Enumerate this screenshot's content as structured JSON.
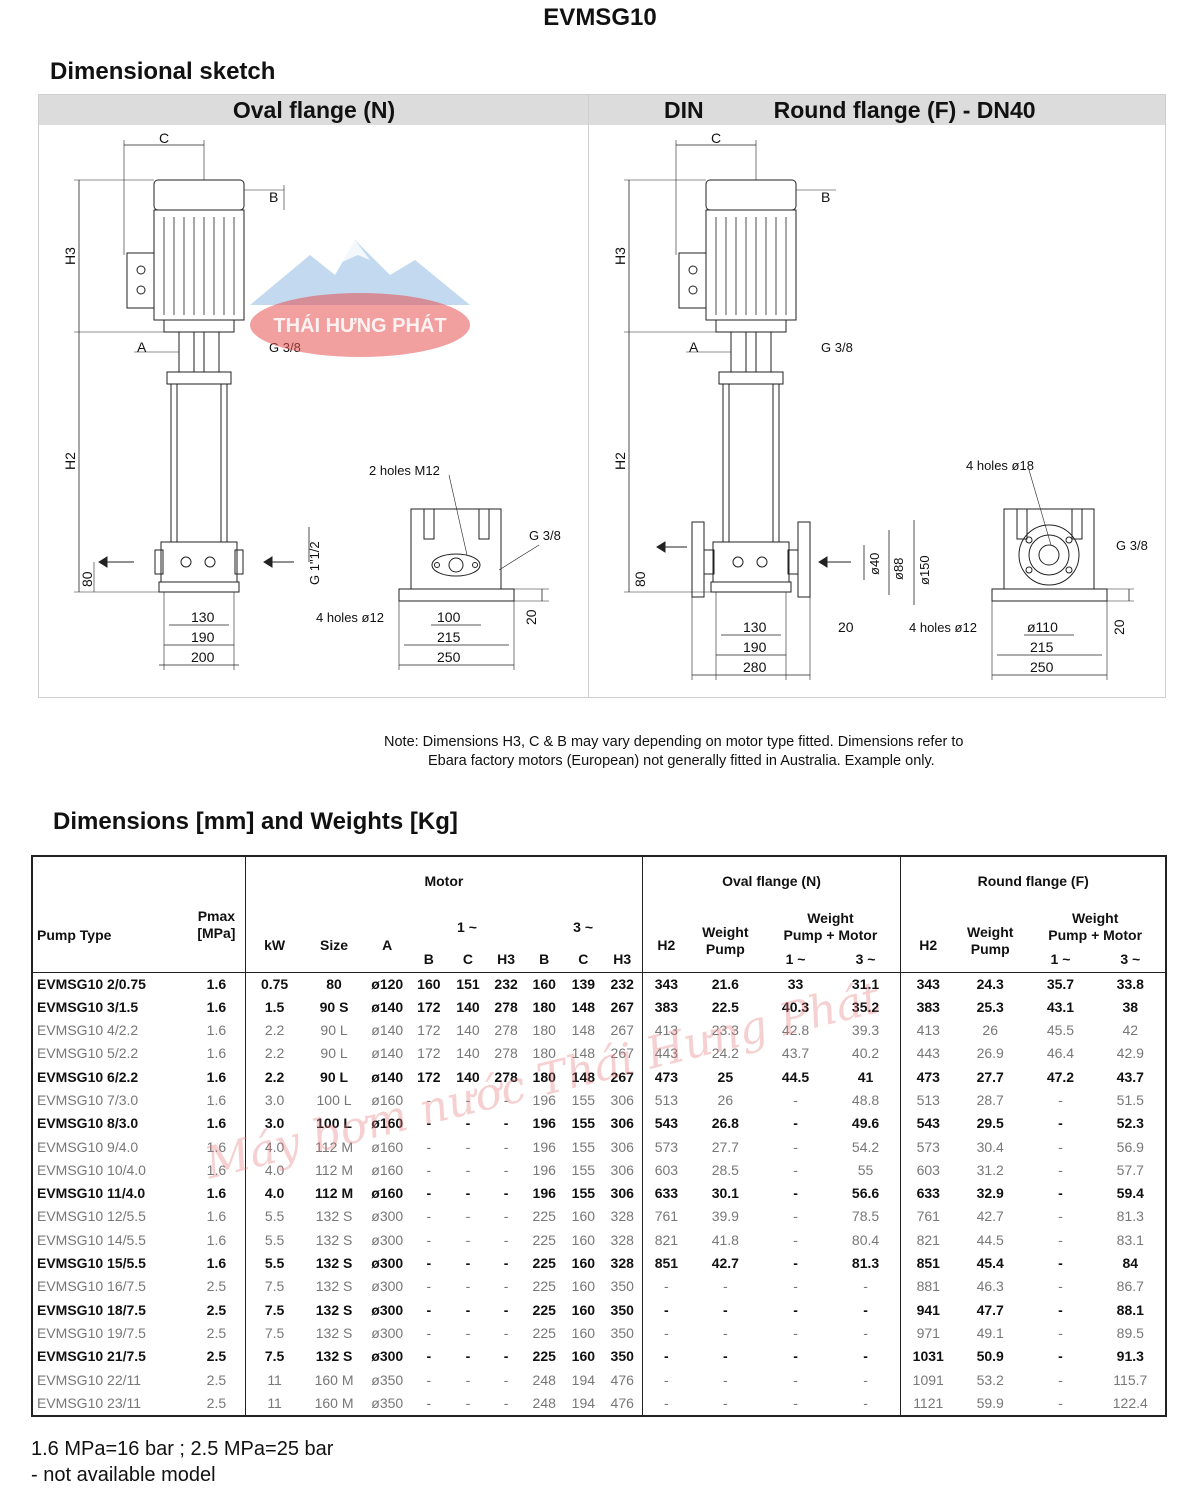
{
  "title": "EVMSG10",
  "sketch": {
    "heading": "Dimensional sketch",
    "oval_header": "Oval flange (N)",
    "din_label": "DIN",
    "round_header": "Round flange (F) - DN40",
    "labels": {
      "C": "C",
      "B": "B",
      "A": "A",
      "H3": "H3",
      "H2": "H2",
      "g38": "G 3/8",
      "g112": "G 1\"1/2",
      "dim80": "80",
      "dim20": "20",
      "holes_m12": "2 holes M12",
      "holes_12": "4 holes ø12",
      "holes_18": "4 holes ø18",
      "d130": "130",
      "d190": "190",
      "d200": "200",
      "d100": "100",
      "d215": "215",
      "d250": "250",
      "d280": "280",
      "d40": "ø40",
      "d88": "ø88",
      "d150": "ø150",
      "d110": "ø110"
    }
  },
  "logo_text": "THÁI HƯNG PHÁT",
  "note_line1": "Note: Dimensions H3, C & B may vary depending on motor type fitted. Dimensions  refer to",
  "note_line2": "Ebara factory motors (European) not generally fitted in Australia. Example only.",
  "table_heading": "Dimensions [mm] and Weights [Kg]",
  "table_head": {
    "pump_type": "Pump Type",
    "pmax": "Pmax",
    "pmax_unit": "[MPa]",
    "motor": "Motor",
    "kw": "kW",
    "size": "Size",
    "a": "A",
    "single": "1 ~",
    "three": "3 ~",
    "b": "B",
    "c": "C",
    "h3": "H3",
    "oval": "Oval flange (N)",
    "round": "Round flange (F)",
    "h2": "H2",
    "weight": "Weight",
    "pump": "Pump",
    "pump_motor": "Pump + Motor"
  },
  "rows": [
    {
      "bold": true,
      "c": [
        "EVMSG10 2/0.75",
        "1.6",
        "0.75",
        "80",
        "ø120",
        "160",
        "151",
        "232",
        "160",
        "139",
        "232",
        "343",
        "21.6",
        "33",
        "31.1",
        "343",
        "24.3",
        "35.7",
        "33.8"
      ]
    },
    {
      "bold": true,
      "c": [
        "EVMSG10 3/1.5",
        "1.6",
        "1.5",
        "90 S",
        "ø140",
        "172",
        "140",
        "278",
        "180",
        "148",
        "267",
        "383",
        "22.5",
        "40.3",
        "35.2",
        "383",
        "25.3",
        "43.1",
        "38"
      ]
    },
    {
      "bold": false,
      "c": [
        "EVMSG10 4/2.2",
        "1.6",
        "2.2",
        "90 L",
        "ø140",
        "172",
        "140",
        "278",
        "180",
        "148",
        "267",
        "413",
        "23.3",
        "42.8",
        "39.3",
        "413",
        "26",
        "45.5",
        "42"
      ]
    },
    {
      "bold": false,
      "c": [
        "EVMSG10 5/2.2",
        "1.6",
        "2.2",
        "90 L",
        "ø140",
        "172",
        "140",
        "278",
        "180",
        "148",
        "267",
        "443",
        "24.2",
        "43.7",
        "40.2",
        "443",
        "26.9",
        "46.4",
        "42.9"
      ]
    },
    {
      "bold": true,
      "c": [
        "EVMSG10 6/2.2",
        "1.6",
        "2.2",
        "90 L",
        "ø140",
        "172",
        "140",
        "278",
        "180",
        "148",
        "267",
        "473",
        "25",
        "44.5",
        "41",
        "473",
        "27.7",
        "47.2",
        "43.7"
      ]
    },
    {
      "bold": false,
      "c": [
        "EVMSG10 7/3.0",
        "1.6",
        "3.0",
        "100 L",
        "ø160",
        "-",
        "-",
        "-",
        "196",
        "155",
        "306",
        "513",
        "26",
        "-",
        "48.8",
        "513",
        "28.7",
        "-",
        "51.5"
      ]
    },
    {
      "bold": true,
      "c": [
        "EVMSG10 8/3.0",
        "1.6",
        "3.0",
        "100 L",
        "ø160",
        "-",
        "-",
        "-",
        "196",
        "155",
        "306",
        "543",
        "26.8",
        "-",
        "49.6",
        "543",
        "29.5",
        "-",
        "52.3"
      ]
    },
    {
      "bold": false,
      "c": [
        "EVMSG10 9/4.0",
        "1.6",
        "4.0",
        "112 M",
        "ø160",
        "-",
        "-",
        "-",
        "196",
        "155",
        "306",
        "573",
        "27.7",
        "-",
        "54.2",
        "573",
        "30.4",
        "-",
        "56.9"
      ]
    },
    {
      "bold": false,
      "c": [
        "EVMSG10 10/4.0",
        "1.6",
        "4.0",
        "112 M",
        "ø160",
        "-",
        "-",
        "-",
        "196",
        "155",
        "306",
        "603",
        "28.5",
        "-",
        "55",
        "603",
        "31.2",
        "-",
        "57.7"
      ]
    },
    {
      "bold": true,
      "c": [
        "EVMSG10 11/4.0",
        "1.6",
        "4.0",
        "112 M",
        "ø160",
        "-",
        "-",
        "-",
        "196",
        "155",
        "306",
        "633",
        "30.1",
        "-",
        "56.6",
        "633",
        "32.9",
        "-",
        "59.4"
      ]
    },
    {
      "bold": false,
      "c": [
        "EVMSG10 12/5.5",
        "1.6",
        "5.5",
        "132 S",
        "ø300",
        "-",
        "-",
        "-",
        "225",
        "160",
        "328",
        "761",
        "39.9",
        "-",
        "78.5",
        "761",
        "42.7",
        "-",
        "81.3"
      ]
    },
    {
      "bold": false,
      "c": [
        "EVMSG10 14/5.5",
        "1.6",
        "5.5",
        "132 S",
        "ø300",
        "-",
        "-",
        "-",
        "225",
        "160",
        "328",
        "821",
        "41.8",
        "-",
        "80.4",
        "821",
        "44.5",
        "-",
        "83.1"
      ]
    },
    {
      "bold": true,
      "c": [
        "EVMSG10 15/5.5",
        "1.6",
        "5.5",
        "132 S",
        "ø300",
        "-",
        "-",
        "-",
        "225",
        "160",
        "328",
        "851",
        "42.7",
        "-",
        "81.3",
        "851",
        "45.4",
        "-",
        "84"
      ]
    },
    {
      "bold": false,
      "c": [
        "EVMSG10 16/7.5",
        "2.5",
        "7.5",
        "132 S",
        "ø300",
        "-",
        "-",
        "-",
        "225",
        "160",
        "350",
        "-",
        "-",
        "-",
        "-",
        "881",
        "46.3",
        "-",
        "86.7"
      ]
    },
    {
      "bold": true,
      "c": [
        "EVMSG10 18/7.5",
        "2.5",
        "7.5",
        "132 S",
        "ø300",
        "-",
        "-",
        "-",
        "225",
        "160",
        "350",
        "-",
        "-",
        "-",
        "-",
        "941",
        "47.7",
        "-",
        "88.1"
      ]
    },
    {
      "bold": false,
      "c": [
        "EVMSG10 19/7.5",
        "2.5",
        "7.5",
        "132 S",
        "ø300",
        "-",
        "-",
        "-",
        "225",
        "160",
        "350",
        "-",
        "-",
        "-",
        "-",
        "971",
        "49.1",
        "-",
        "89.5"
      ]
    },
    {
      "bold": true,
      "c": [
        "EVMSG10 21/7.5",
        "2.5",
        "7.5",
        "132 S",
        "ø300",
        "-",
        "-",
        "-",
        "225",
        "160",
        "350",
        "-",
        "-",
        "-",
        "-",
        "1031",
        "50.9",
        "-",
        "91.3"
      ]
    },
    {
      "bold": false,
      "c": [
        "EVMSG10 22/11",
        "2.5",
        "11",
        "160 M",
        "ø350",
        "-",
        "-",
        "-",
        "248",
        "194",
        "476",
        "-",
        "-",
        "-",
        "-",
        "1091",
        "53.2",
        "-",
        "115.7"
      ]
    },
    {
      "bold": false,
      "c": [
        "EVMSG10 23/11",
        "2.5",
        "11",
        "160 M",
        "ø350",
        "-",
        "-",
        "-",
        "248",
        "194",
        "476",
        "-",
        "-",
        "-",
        "-",
        "1121",
        "59.9",
        "-",
        "122.4"
      ]
    }
  ],
  "footnote1": "1.6 MPa=16 bar ; 2.5 MPa=25 bar",
  "footnote2": "- not available model",
  "watermark": "Máy bơm nước Thái Hưng Phát"
}
